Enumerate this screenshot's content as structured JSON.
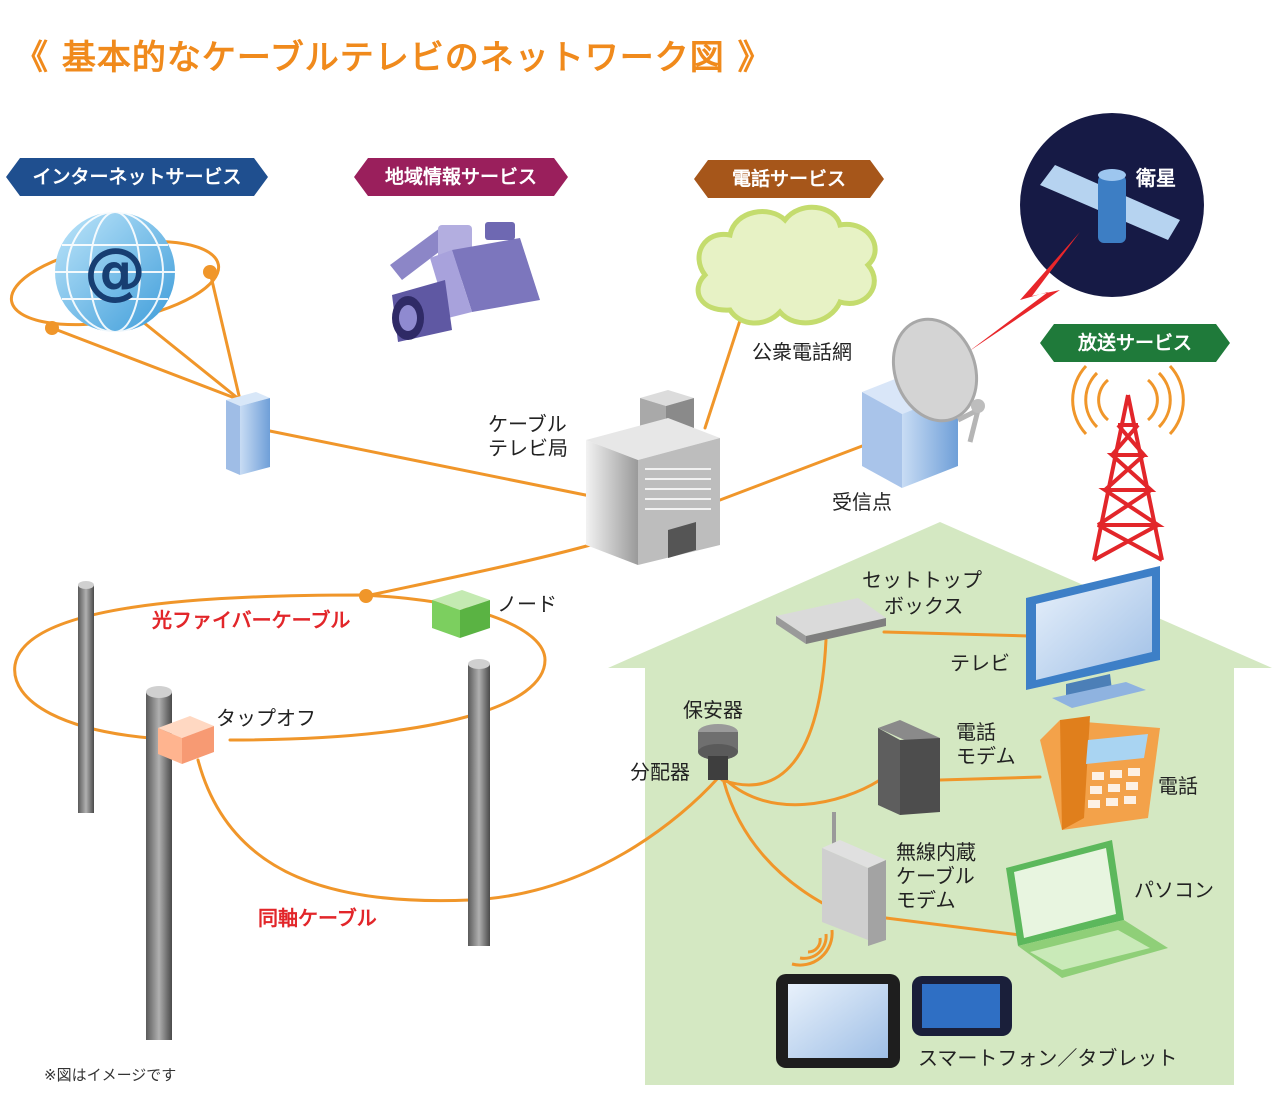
{
  "title": "《 基本的なケーブルテレビのネットワーク図 》",
  "badges": {
    "internet": "インターネットサービス",
    "regional": "地域情報サービス",
    "phone": "電話サービス",
    "broadcast": "放送サービス"
  },
  "labels": {
    "satellite": "衛星",
    "public_phone_network": "公衆電話網",
    "cable_tv_station_1": "ケーブル",
    "cable_tv_station_2": "テレビ局",
    "receiving_point": "受信点",
    "optical_fiber": "光ファイバーケーブル",
    "node": "ノード",
    "tap_off": "タップオフ",
    "coax": "同軸ケーブル",
    "set_top_box_1": "セットトップ",
    "set_top_box_2": "ボックス",
    "tv": "テレビ",
    "protector": "保安器",
    "splitter": "分配器",
    "phone_modem_1": "電話",
    "phone_modem_2": "モデム",
    "telephone": "電話",
    "wireless_modem_1": "無線内蔵",
    "wireless_modem_2": "ケーブル",
    "wireless_modem_3": "モデム",
    "pc": "パソコン",
    "smartphone_tablet": "スマートフォン／タブレット",
    "note": "※図はイメージです"
  },
  "icons": {
    "at_globe": "at-sign-globe-icon",
    "camera": "video-camera-icon",
    "cloud": "cloud-icon",
    "satellite": "satellite-icon",
    "dish": "satellite-dish-icon",
    "tower": "broadcast-tower-icon",
    "building": "office-building-icon"
  },
  "colors": {
    "title": "#f08a1c",
    "cable": "#f0962a",
    "badge_internet": "#1f4f8f",
    "badge_regional": "#9a1f5c",
    "badge_phone": "#a6561a",
    "badge_broadcast": "#1f7a3a",
    "house": "#d4e8c2",
    "red_text": "#e2262a"
  }
}
